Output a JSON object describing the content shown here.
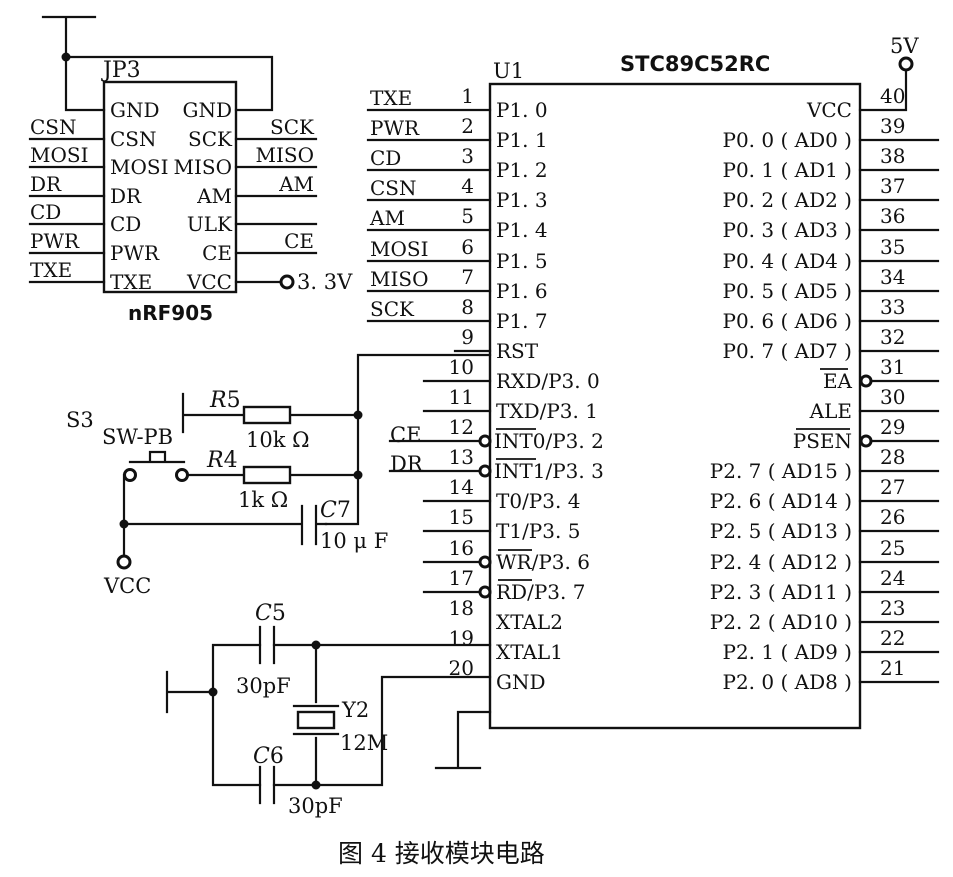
{
  "caption": "图 4   接收模块电路",
  "nrf905": {
    "connector_ref": "JP3",
    "name": "nRF905",
    "left_pins": [
      "GND",
      "CSN",
      "MOSI",
      "DR",
      "CD",
      "PWR",
      "TXE"
    ],
    "right_pins": [
      "GND",
      "SCK",
      "MISO",
      "AM",
      "ULK",
      "CE",
      "VCC"
    ],
    "left_nets": [
      "",
      "CSN",
      "MOSI",
      "DR",
      "CD",
      "PWR",
      "TXE"
    ],
    "right_nets": [
      "",
      "SCK",
      "MISO",
      "AM",
      "",
      "CE",
      ""
    ],
    "supply": "3. 3V"
  },
  "mcu": {
    "ref": "U1",
    "part": "STC89C52RC",
    "supply": "5V",
    "left_nets": [
      "TXE",
      "PWR",
      "CD",
      "CSN",
      "AM",
      "MOSI",
      "MISO",
      "SCK"
    ],
    "left_pins": [
      {
        "num": "1",
        "label": "P1. 0"
      },
      {
        "num": "2",
        "label": "P1. 1"
      },
      {
        "num": "3",
        "label": "P1. 2"
      },
      {
        "num": "4",
        "label": "P1. 3"
      },
      {
        "num": "5",
        "label": "P1. 4"
      },
      {
        "num": "6",
        "label": "P1. 5"
      },
      {
        "num": "7",
        "label": "P1. 6"
      },
      {
        "num": "8",
        "label": "P1. 7"
      },
      {
        "num": "9",
        "label": "RST"
      },
      {
        "num": "10",
        "label": "RXD/P3. 0"
      },
      {
        "num": "11",
        "label": "TXD/P3. 1"
      },
      {
        "num": "12",
        "label": "INT0/P3. 2"
      },
      {
        "num": "13",
        "label": "INT1/P3. 3"
      },
      {
        "num": "14",
        "label": "T0/P3. 4"
      },
      {
        "num": "15",
        "label": "T1/P3. 5"
      },
      {
        "num": "16",
        "label": "WR/P3. 6"
      },
      {
        "num": "17",
        "label": "RD/P3. 7"
      },
      {
        "num": "18",
        "label": "XTAL2"
      },
      {
        "num": "19",
        "label": "XTAL1"
      },
      {
        "num": "20",
        "label": "GND"
      }
    ],
    "right_pins": [
      {
        "num": "40",
        "label": "VCC"
      },
      {
        "num": "39",
        "label": "P0. 0 ( AD0 )"
      },
      {
        "num": "38",
        "label": "P0. 1 ( AD1 )"
      },
      {
        "num": "37",
        "label": "P0. 2 ( AD2 )"
      },
      {
        "num": "36",
        "label": "P0. 3 ( AD3 )"
      },
      {
        "num": "35",
        "label": "P0. 4 ( AD4 )"
      },
      {
        "num": "34",
        "label": "P0. 5 ( AD5 )"
      },
      {
        "num": "33",
        "label": "P0. 6 ( AD6 )"
      },
      {
        "num": "32",
        "label": "P0. 7 ( AD7 )"
      },
      {
        "num": "31",
        "label": "EA"
      },
      {
        "num": "30",
        "label": "ALE"
      },
      {
        "num": "29",
        "label": "PSEN"
      },
      {
        "num": "28",
        "label": "P2. 7 ( AD15 )"
      },
      {
        "num": "27",
        "label": "P2. 6 ( AD14 )"
      },
      {
        "num": "26",
        "label": "P2. 5 ( AD13 )"
      },
      {
        "num": "25",
        "label": "P2. 4 ( AD12 )"
      },
      {
        "num": "24",
        "label": "P2. 3 ( AD11 )"
      },
      {
        "num": "23",
        "label": "P2. 2 ( AD10 )"
      },
      {
        "num": "22",
        "label": "P2. 1 ( AD9 )"
      },
      {
        "num": "21",
        "label": "P2. 0 ( AD8 )"
      }
    ],
    "int_nets": [
      "CE",
      "DR"
    ]
  },
  "reset": {
    "switch_ref": "S3",
    "switch_name": "SW-PB",
    "r5_ref": "R",
    "r5_sub": "5",
    "r5_value": "10k Ω",
    "r4_ref": "R",
    "r4_sub": "4",
    "r4_value": "1k Ω",
    "c7_ref": "C",
    "c7_sub": "7",
    "c7_value": "10 μ F",
    "supply": "VCC"
  },
  "clock": {
    "c5_ref": "C",
    "c5_sub": "5",
    "c5_value": "30pF",
    "c6_ref": "C",
    "c6_sub": "6",
    "c6_value": "30pF",
    "xtal_ref": "Y2",
    "xtal_value": "12M"
  }
}
